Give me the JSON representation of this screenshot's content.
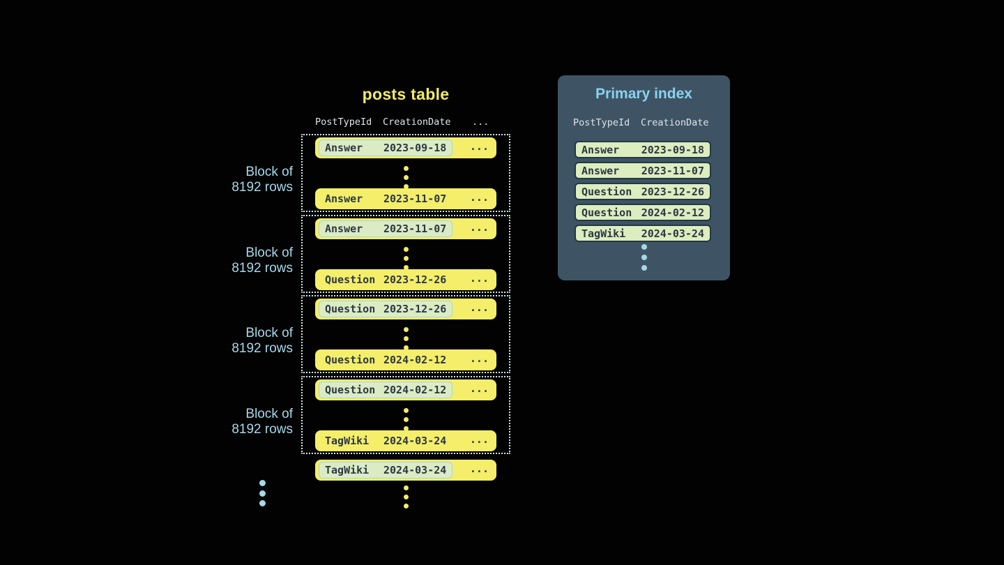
{
  "posts_table": {
    "title": "posts table",
    "columns": [
      "PostTypeId",
      "CreationDate",
      "..."
    ],
    "row_ellipsis": "...",
    "block_label": {
      "line1": "Block of",
      "line2": "8192 rows"
    },
    "blocks": [
      {
        "first": {
          "type": "Answer",
          "date": "2023-09-18"
        },
        "last": {
          "type": "Answer",
          "date": "2023-11-07"
        }
      },
      {
        "first": {
          "type": "Answer",
          "date": "2023-11-07"
        },
        "last": {
          "type": "Question",
          "date": "2023-12-26"
        }
      },
      {
        "first": {
          "type": "Question",
          "date": "2023-12-26"
        },
        "last": {
          "type": "Question",
          "date": "2024-02-12"
        }
      },
      {
        "first": {
          "type": "Question",
          "date": "2024-02-12"
        },
        "last": {
          "type": "TagWiki",
          "date": "2024-03-24"
        }
      }
    ],
    "overflow_row": {
      "type": "TagWiki",
      "date": "2024-03-24"
    }
  },
  "primary_index": {
    "title": "Primary index",
    "columns": [
      "PostTypeId",
      "CreationDate"
    ],
    "rows": [
      {
        "type": "Answer",
        "date": "2023-09-18"
      },
      {
        "type": "Answer",
        "date": "2023-11-07"
      },
      {
        "type": "Question",
        "date": "2023-12-26"
      },
      {
        "type": "Question",
        "date": "2024-02-12"
      },
      {
        "type": "TagWiki",
        "date": "2024-03-24"
      }
    ]
  },
  "colors": {
    "background": "#020202",
    "row_yellow": "#f4ee6a",
    "title_yellow": "#f1ec68",
    "highlight_mint": "#dbecc5",
    "highlight_border_blue": "#a3d5e6",
    "panel_slate": "#3e5464",
    "panel_title_blue": "#8ad2ee",
    "label_blue": "#a5d9ea",
    "row_text_dark": "#2c3843",
    "header_gray": "#e0e4e8",
    "block_dotted_border": "#d5e8ef"
  }
}
